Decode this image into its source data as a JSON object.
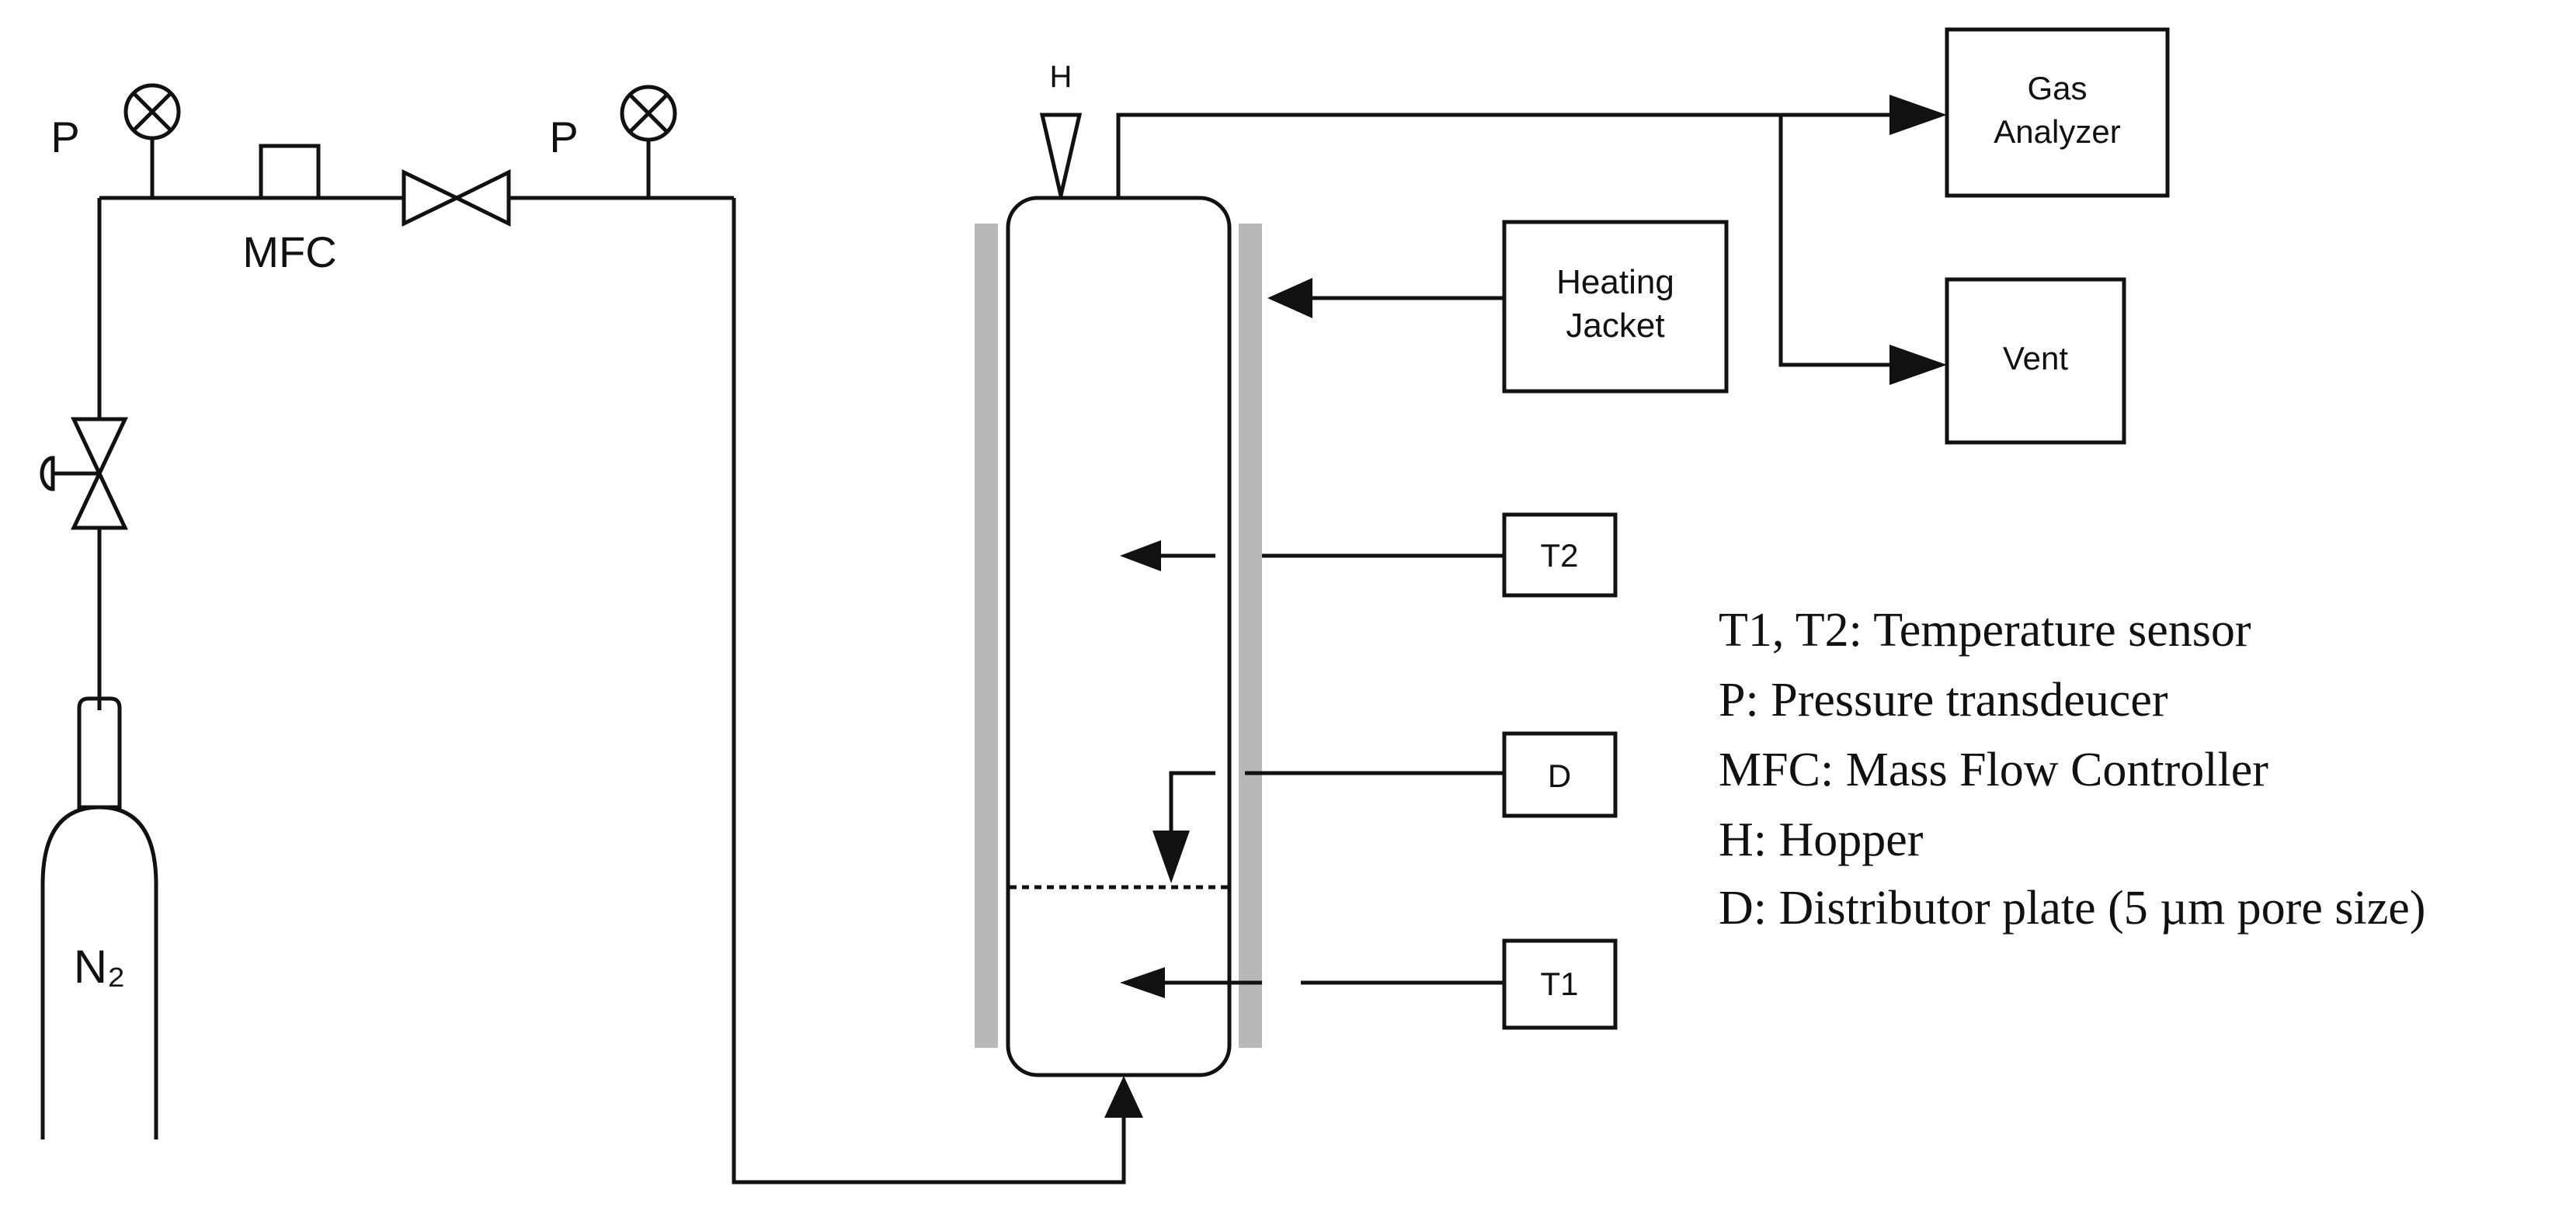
{
  "labels": {
    "pressure_left": "P",
    "pressure_right": "P",
    "mfc": "MFC",
    "hopper": "H",
    "cylinder": "N₂",
    "gas_analyzer_line1": "Gas",
    "gas_analyzer_line2": "Analyzer",
    "heating_jacket_line1": "Heating",
    "heating_jacket_line2": "Jacket",
    "vent": "Vent",
    "t2": "T2",
    "d": "D",
    "t1": "T1"
  },
  "legend": [
    "T1, T2: Temperature sensor",
    "P: Pressure transdeucer",
    "MFC: Mass Flow Controller",
    "H: Hopper",
    "D: Distributor plate (5 µm pore size)"
  ],
  "colors": {
    "line": "#111111",
    "jacket": "#b8b8b8",
    "background": "#ffffff"
  }
}
